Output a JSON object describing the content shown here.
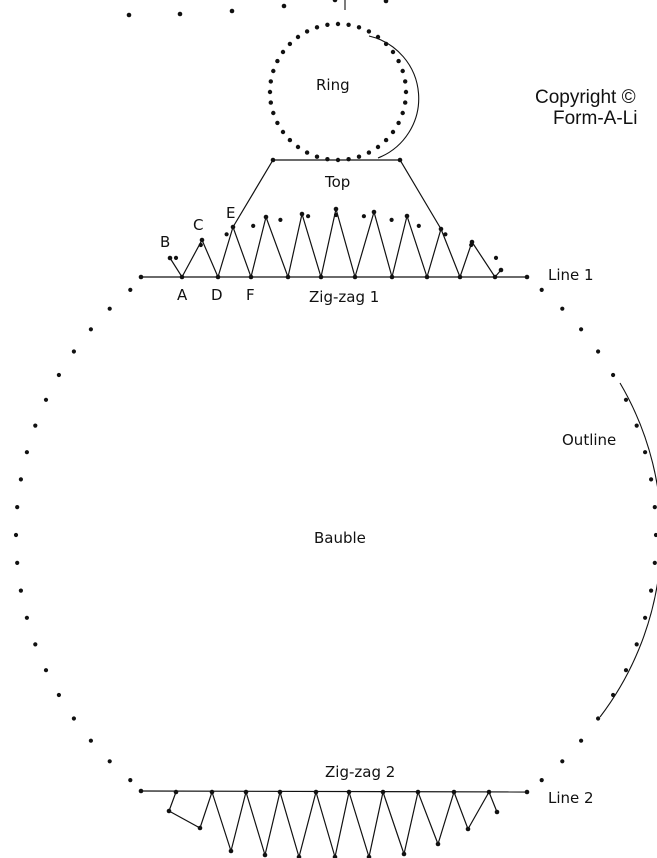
{
  "labels": {
    "ring": "Ring",
    "top": "Top",
    "zigzag1": "Zig-zag 1",
    "zigzag2": "Zig-zag 2",
    "line1": "Line 1",
    "line2": "Line 2",
    "outline": "Outline",
    "bauble": "Bauble",
    "point_a": "A",
    "point_b": "B",
    "point_c": "C",
    "point_d": "D",
    "point_e": "E",
    "point_f": "F"
  },
  "copyright": {
    "line1": "Copyright ©",
    "line2": "Form-A-Li"
  },
  "colors": {
    "ink": "#111111",
    "background": "#ffffff"
  }
}
